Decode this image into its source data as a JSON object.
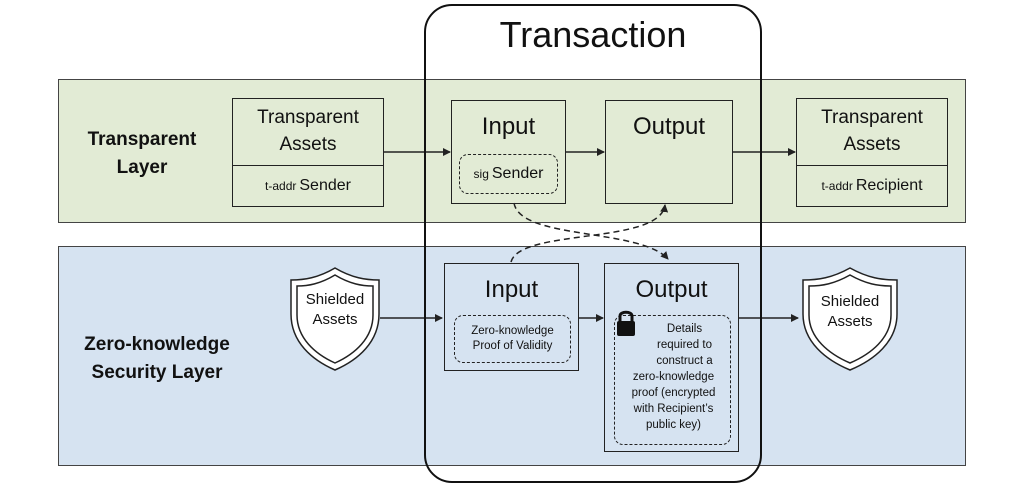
{
  "transaction": {
    "title": "Transaction"
  },
  "transparent_layer": {
    "label_line1": "Transparent",
    "label_line2": "Layer",
    "source_assets": {
      "line1": "Transparent",
      "line2": "Assets",
      "addr_prefix": "t-addr",
      "addr_role": "Sender"
    },
    "input": {
      "title": "Input",
      "sig_prefix": "sig",
      "sig_role": "Sender"
    },
    "output": {
      "title": "Output"
    },
    "dest_assets": {
      "line1": "Transparent",
      "line2": "Assets",
      "addr_prefix": "t-addr",
      "addr_role": "Recipient"
    }
  },
  "zk_layer": {
    "label_line1": "Zero-knowledge",
    "label_line2": "Security Layer",
    "source_shield": {
      "line1": "Shielded",
      "line2": "Assets",
      "icon": "shield-icon"
    },
    "input": {
      "title": "Input",
      "proof_line1": "Zero-knowledge",
      "proof_line2": "Proof of Validity"
    },
    "output": {
      "title": "Output",
      "lock_icon": "lock-icon",
      "details_lines": [
        "Details",
        "required to",
        "construct a",
        "zero-knowledge",
        "proof (encrypted",
        "with Recipient’s",
        "public key)"
      ]
    },
    "dest_shield": {
      "line1": "Shielded",
      "line2": "Assets",
      "icon": "shield-icon"
    }
  },
  "colors": {
    "transparent_band": "#e2ebd5",
    "zk_band": "#d6e3f1",
    "stroke": "#222222"
  }
}
